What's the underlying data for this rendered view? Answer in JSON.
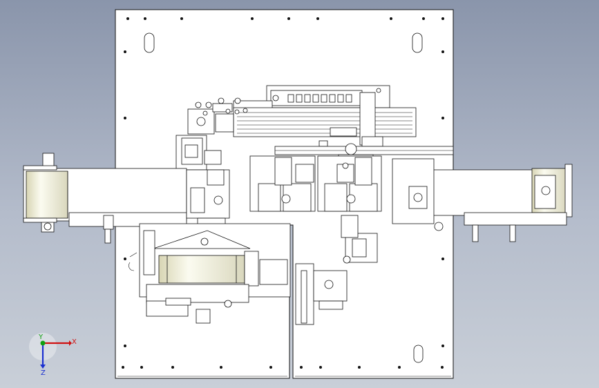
{
  "viewport": {
    "background_top": "#8a95ab",
    "background_bottom": "#c9cfd8"
  },
  "triad": {
    "x_label": "X",
    "y_label": "Y",
    "z_label": "Z",
    "x_color": "#d01010",
    "y_color": "#10a010",
    "z_color": "#1a2fd0"
  },
  "drawing": {
    "line_color": "#111111",
    "paper_color": "#ffffff",
    "roller_color": "#f1f0da",
    "shade_color": "#d8d8d8"
  }
}
